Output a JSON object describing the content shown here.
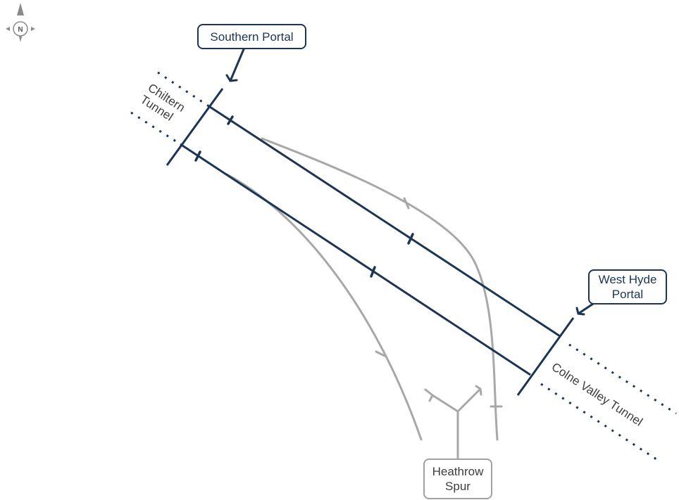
{
  "compass": {
    "letter": "N",
    "icon": "compass-icon"
  },
  "labels": {
    "southern_portal": "Southern Portal",
    "west_hyde_portal": [
      "West Hyde",
      "Portal"
    ],
    "chiltern_tunnel": [
      "Chiltern",
      "Tunnel"
    ],
    "colne_valley_tunnel": "Colne Valley Tunnel",
    "heathrow_spur": [
      "Heathrow",
      "Spur"
    ]
  },
  "colors": {
    "main_line": "#1b3553",
    "spur_line": "#a8a8a8",
    "label_text": "#3d3d3d"
  }
}
